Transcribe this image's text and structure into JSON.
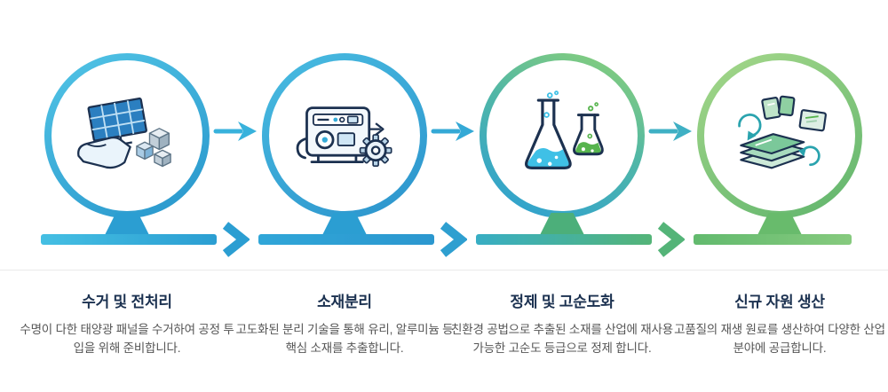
{
  "steps": [
    {
      "title": "수거 및 전처리",
      "description": "수명이 다한 태양광 패널을 수거하여 공정 투입을 위해 준비합니다.",
      "icon": "solar-panel-hand-icon",
      "ring_colors": [
        "#52c5e6",
        "#2795cb"
      ]
    },
    {
      "title": "소재분리",
      "description": "고도화된 분리 기술을 통해 유리, 알루미늄 등 핵심 소재를 추출합니다.",
      "icon": "separation-machine-icon",
      "ring_colors": [
        "#49bce1",
        "#2b93cc"
      ]
    },
    {
      "title": "정제 및 고순도화",
      "description": "친환경 공법으로 추출된 소재를 산업에 재사용 가능한 고순도 등급으로 정제 합니다.",
      "icon": "purification-flasks-icon",
      "ring_colors": [
        "#84cd7d",
        "#30a2cf"
      ]
    },
    {
      "title": "신규 자원 생산",
      "description": "고품질의 재생 원료를 생산하여 다양한 산업 분야에 공급합니다.",
      "icon": "recycled-materials-icon",
      "ring_colors": [
        "#a6d88b",
        "#5fb46c"
      ]
    }
  ],
  "colors": {
    "title_text": "#1b3150",
    "description_text": "#555555",
    "arrow_blue": "#38b2dc",
    "arrow_green": "#54b478",
    "bar_blue": "#2b9ed2",
    "bar_green": "#68bb6c",
    "divider": "#e9e9e9",
    "background": "#ffffff"
  }
}
